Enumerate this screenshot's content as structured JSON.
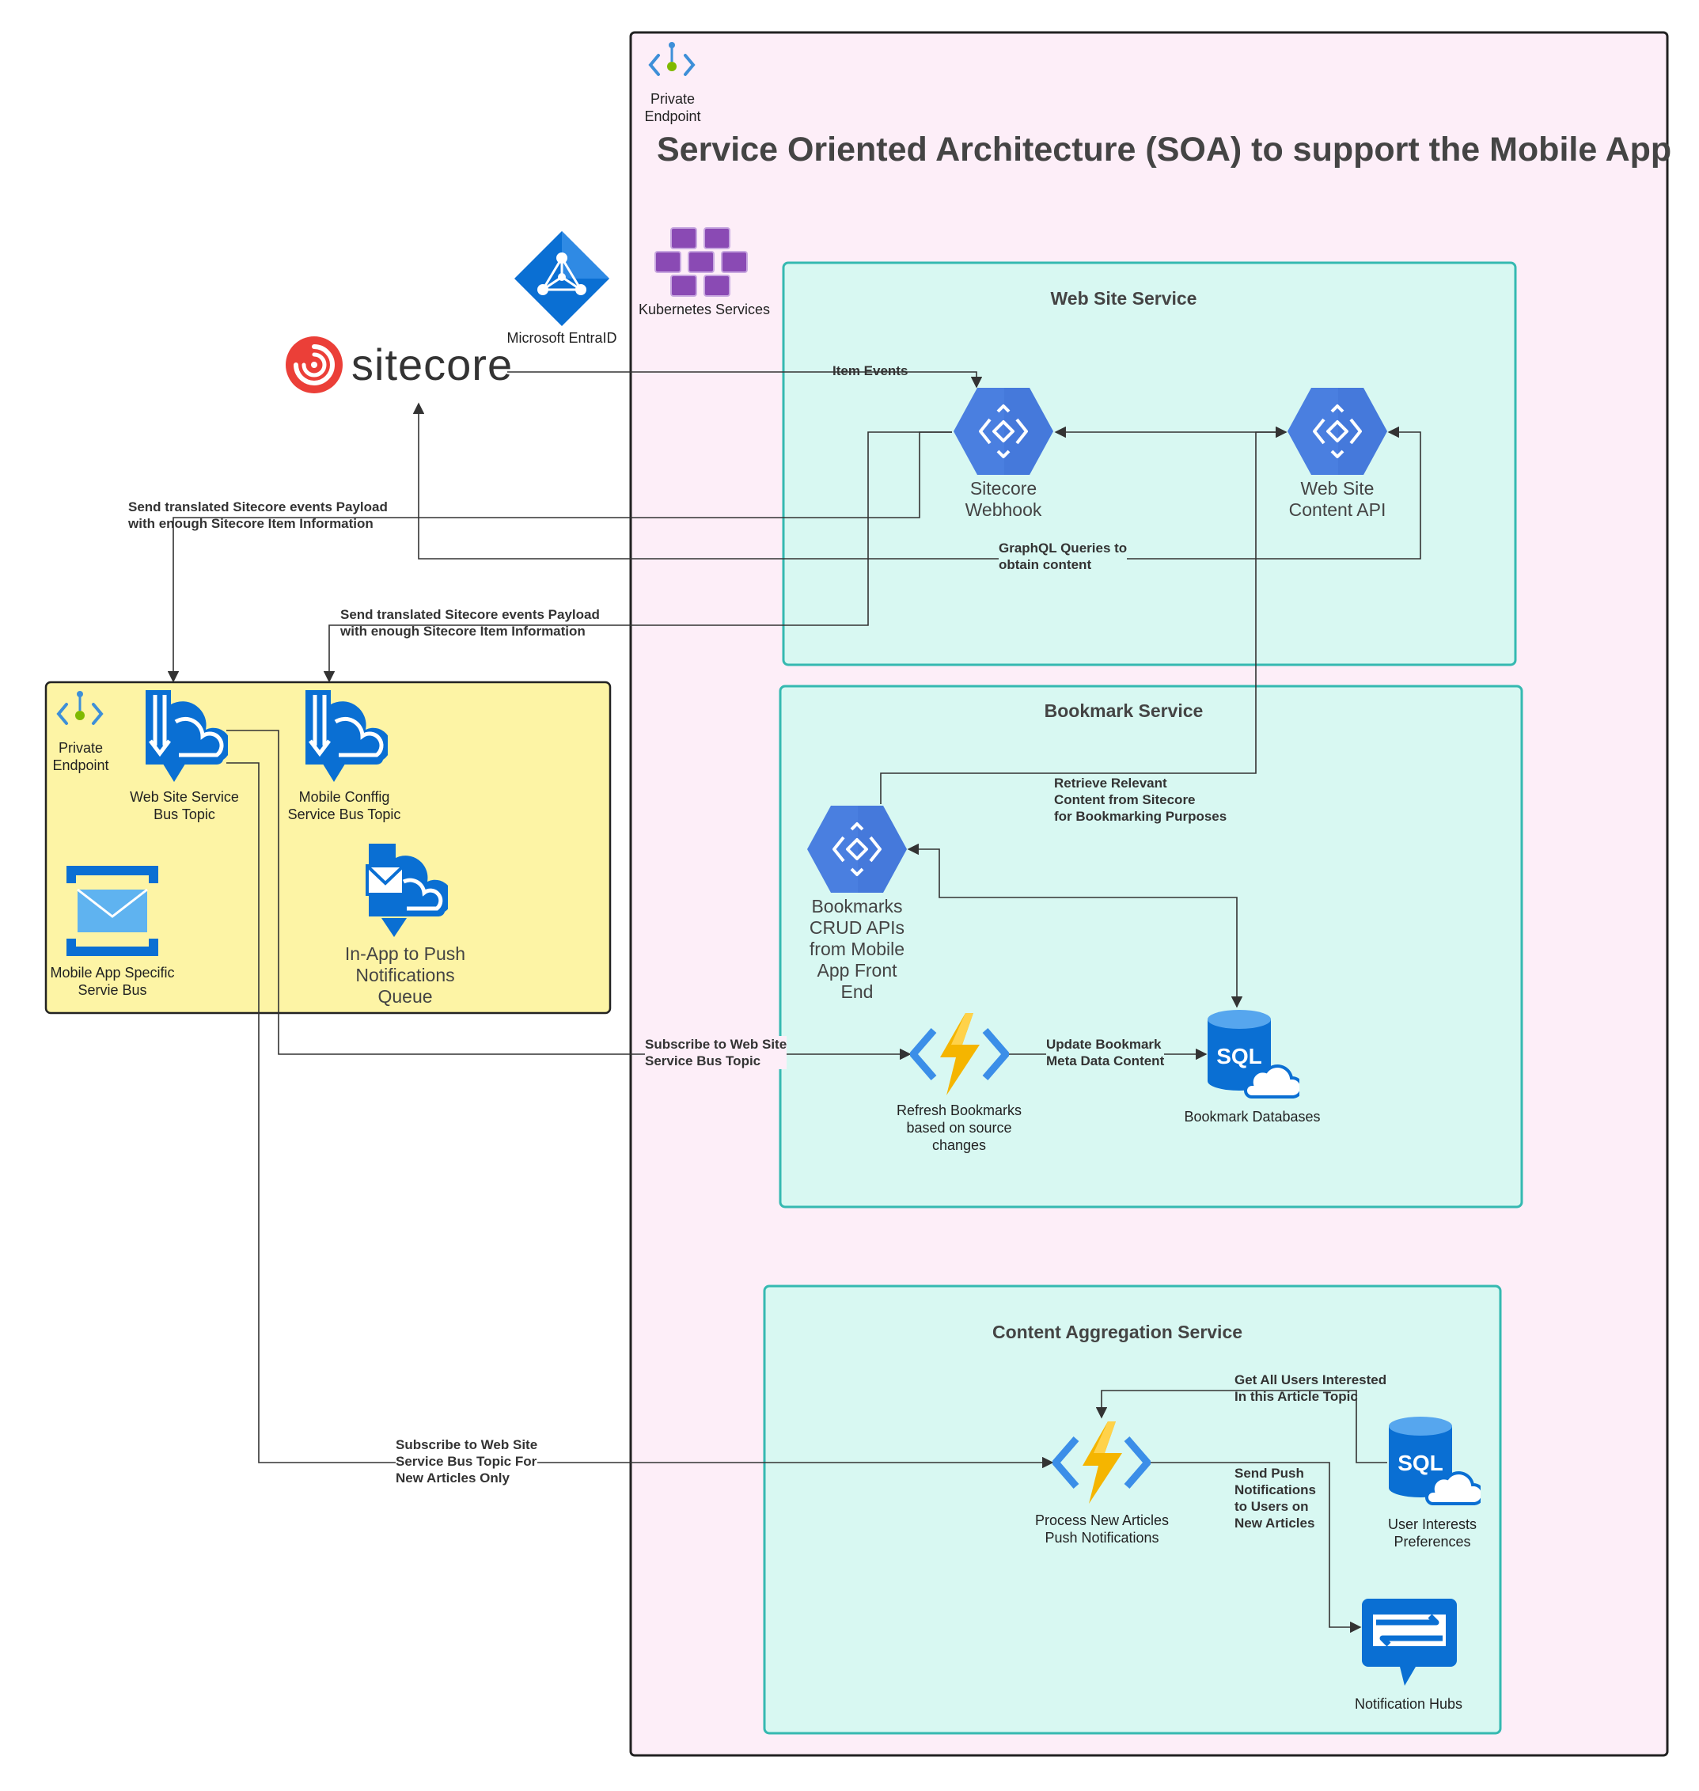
{
  "title": "Service Oriented Architecture (SOA) to support the Mobile App",
  "colors": {
    "soa_bg": "#fdeef8",
    "service_bg": "#d8f8f2",
    "service_border": "#35b9b1",
    "bus_bg": "#fdf4a5",
    "azure_blue": "#0078d4",
    "gcp_blue": "#4a7fe0",
    "k8s_purple": "#8a4ab4",
    "sitecore_red": "#eb3f38"
  },
  "top_icons": {
    "private_endpoint": "Private\nEndpoint",
    "kubernetes": "Kubernetes Services",
    "entra": "Microsoft EntraID"
  },
  "sitecore_logo": "sitecore",
  "services": {
    "website": {
      "title": "Web Site Service",
      "webhook": "Sitecore\nWebhook",
      "content_api": "Web Site\nContent API"
    },
    "bookmark": {
      "title": "Bookmark Service",
      "crud": "Bookmarks\nCRUD APIs\nfrom Mobile\nApp Front\nEnd",
      "refresh": "Refresh Bookmarks\nbased on source\nchanges",
      "db": "Bookmark Databases"
    },
    "aggregation": {
      "title": "Content Aggregation Service",
      "process": "Process New Articles\nPush Notifications",
      "prefs": "User Interests\nPreferences",
      "hubs": "Notification Hubs"
    }
  },
  "bus": {
    "private_endpoint": "Private\nEndpoint",
    "website_topic": "Web Site Service\nBus Topic",
    "mobile_topic": "Mobile Conffig\nService Bus Topic",
    "queue": "In-App to Push\nNotifications\nQueue",
    "servicebus": "Mobile App Specific\nServie Bus"
  },
  "edges": {
    "item_events": "Item Events",
    "send_translated_1": "Send translated Sitecore events Payload\nwith enough Sitecore Item Information",
    "send_translated_2": "Send translated Sitecore events Payload\nwith enough Sitecore Item Information",
    "graphql": "GraphQL Queries to\nobtain content",
    "retrieve": "Retrieve Relevant\nContent from Sitecore\nfor Bookmarking Purposes",
    "subscribe_ws": "Subscribe to Web Site\nService Bus Topic",
    "update_bookmark": "Update Bookmark\nMeta Data Content",
    "subscribe_new": "Subscribe to Web Site\nService Bus Topic For\nNew Articles Only",
    "get_users": "Get All Users Interested\nIn this Article Topic",
    "send_push": "Send Push\nNotifications\nto Users on\nNew Articles"
  },
  "icon_glyphs": {
    "sql": "SQL"
  }
}
